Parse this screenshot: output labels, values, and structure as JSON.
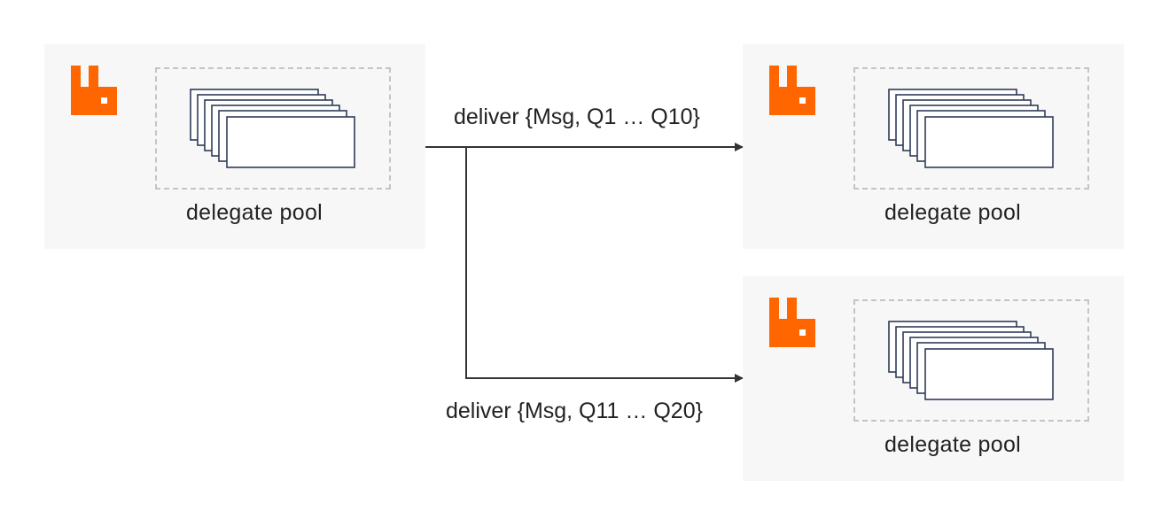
{
  "brand_color": "#ff6600",
  "nodes": [
    {
      "id": "source",
      "icon": "rabbitmq-logo-icon",
      "pool_label": "delegate pool"
    },
    {
      "id": "target-top",
      "icon": "rabbitmq-logo-icon",
      "pool_label": "delegate pool"
    },
    {
      "id": "target-bottom",
      "icon": "rabbitmq-logo-icon",
      "pool_label": "delegate pool"
    }
  ],
  "edges": [
    {
      "from": "source",
      "to": "target-top",
      "label": "deliver {Msg, Q1 … Q10}"
    },
    {
      "from": "source",
      "to": "target-bottom",
      "label": "deliver {Msg, Q11 … Q20}"
    }
  ]
}
